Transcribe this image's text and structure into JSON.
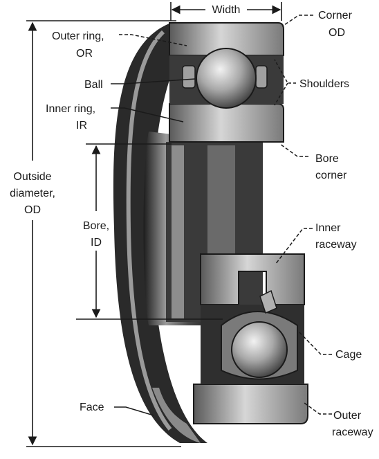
{
  "labels": {
    "width": "Width",
    "corner_od": [
      "Corner",
      "OD"
    ],
    "outer_ring": [
      "Outer ring,",
      "OR"
    ],
    "ball": "Ball",
    "shoulders": "Shoulders",
    "inner_ring": [
      "Inner ring,",
      "IR"
    ],
    "bore_corner": [
      "Bore",
      "corner"
    ],
    "outside_diameter": [
      "Outside",
      "diameter,",
      "OD"
    ],
    "bore_id": [
      "Bore,",
      "ID"
    ],
    "inner_raceway": [
      "Inner",
      "raceway"
    ],
    "cage": "Cage",
    "face": "Face",
    "outer_raceway": [
      "Outer",
      "raceway"
    ]
  },
  "colors": {
    "ink": "#1a1a1a",
    "dark_steel": "#2a2a2a",
    "mid_steel": "#8a8a8a",
    "light_steel": "#c8c8c8"
  }
}
